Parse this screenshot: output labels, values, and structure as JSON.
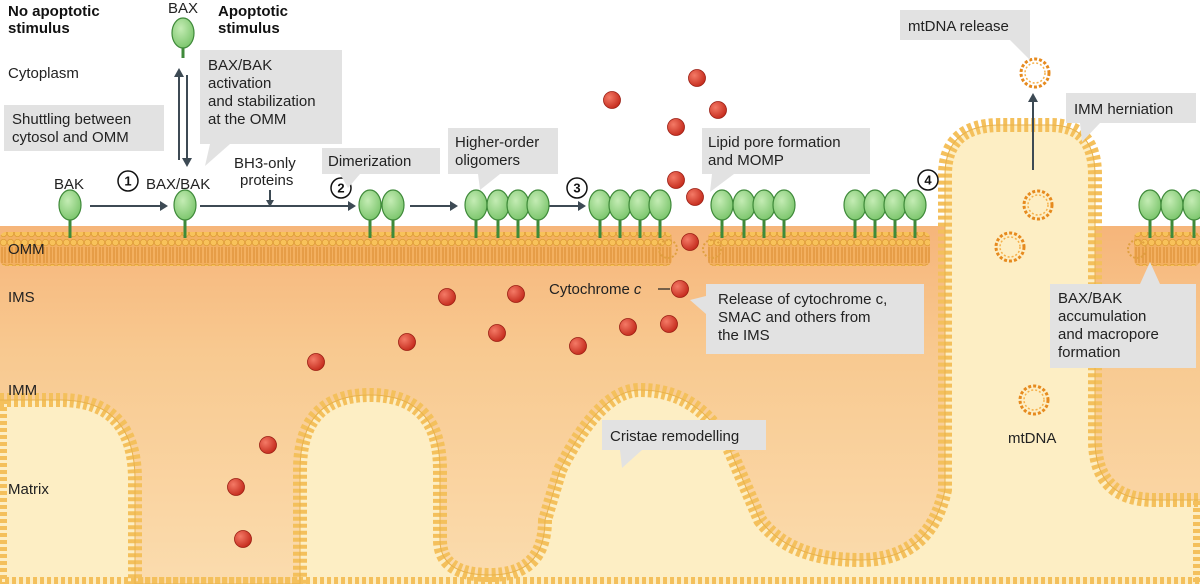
{
  "headers": {
    "no_stimulus": [
      "No apoptotic",
      "stimulus"
    ],
    "stimulus": [
      "Apoptotic",
      "stimulus"
    ]
  },
  "regions": {
    "cytoplasm": "Cytoplasm",
    "omm": "OMM",
    "ims": "IMS",
    "imm": "IMM",
    "matrix": "Matrix"
  },
  "proteins": {
    "bax": "BAX",
    "bak": "BAK",
    "bax_bak": "BAX/BAK",
    "bh3_only": [
      "BH3-only",
      "proteins"
    ]
  },
  "callouts": {
    "shuttling": [
      "Shuttling between",
      "cytosol and OMM"
    ],
    "activation": [
      "BAX/BAK",
      "activation",
      "and stabilization",
      "at the OMM"
    ],
    "dimerization": [
      "Dimerization"
    ],
    "oligomers": [
      "Higher-order",
      "oligomers"
    ],
    "lipid_pore": [
      "Lipid pore formation",
      "and MOMP"
    ],
    "release": [
      "Release of cytochrome c,",
      "SMAC and others from",
      "the IMS"
    ],
    "mtdna_release": [
      "mtDNA release"
    ],
    "imm_herniation": [
      "IMM herniation"
    ],
    "accumulation": [
      "BAX/BAK",
      "accumulation",
      "and macropore",
      "formation"
    ],
    "cristae": [
      "Cristae remodelling"
    ]
  },
  "molecules": {
    "cytochrome_c": "Cytochrome",
    "cytochrome_c_italic": "c",
    "mtdna": "mtDNA"
  },
  "steps": [
    "1",
    "2",
    "3",
    "4"
  ],
  "colors": {
    "protein_fill": "#9ed98c",
    "protein_stroke": "#3f8a3a",
    "membrane_head": "#f6c96a",
    "ims_fill": "#f8c68e",
    "matrix_fill": "#fdf0c8",
    "cytochrome": "#d9392b",
    "callout_bg": "#e3e3e3",
    "mtdna": "#e68a1e"
  }
}
